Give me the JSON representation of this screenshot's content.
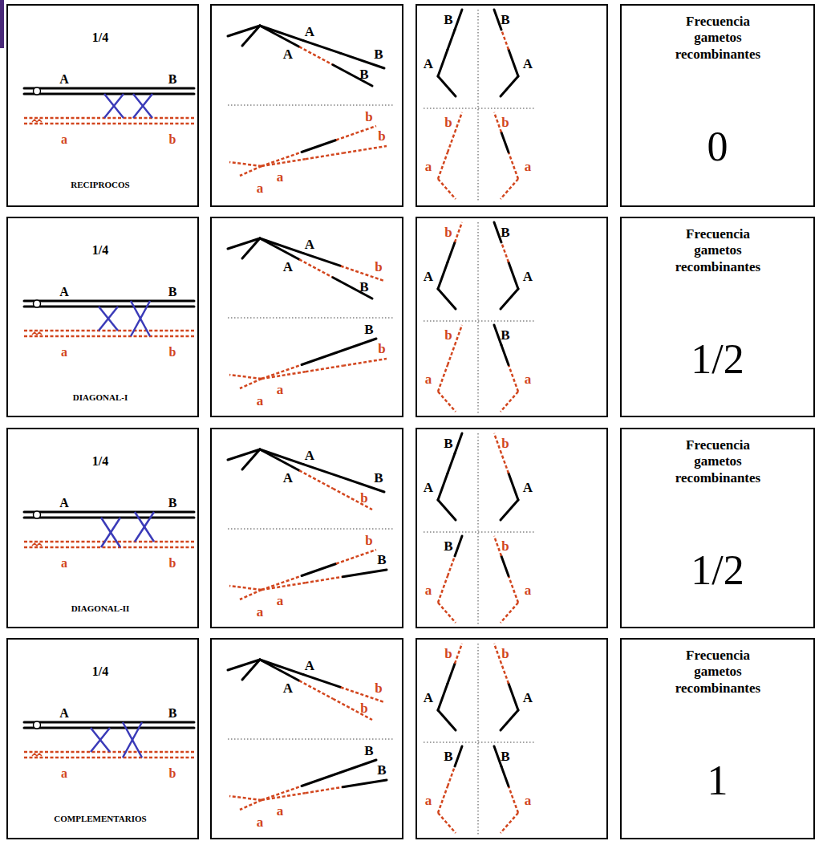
{
  "diagram": {
    "nodes": [
      {
        "text": [
          "1/4",
          "A",
          "B",
          "a",
          "b",
          "RECIPROCOS"
        ]
      },
      {
        "text": [
          "A",
          "B",
          "A",
          "B",
          "b",
          "b",
          "a",
          "a"
        ]
      },
      {
        "text": [
          "B",
          "B",
          "A",
          "A",
          "b",
          "b",
          "a",
          "a"
        ]
      },
      {
        "text": [
          "Frecuencia gametos recombinantes",
          "0"
        ]
      },
      {
        "text": [
          "1/4",
          "A",
          "B",
          "a",
          "b",
          "DIAGONAL-I"
        ]
      },
      {
        "text": [
          "A",
          "b",
          "A",
          "B",
          "B",
          "b",
          "a",
          "a"
        ]
      },
      {
        "text": [
          "b",
          "B",
          "A",
          "A",
          "b",
          "B",
          "a",
          "a"
        ]
      },
      {
        "text": [
          "Frecuencia gametos recombinantes",
          "1/2"
        ]
      },
      {
        "text": [
          "1/4",
          "A",
          "B",
          "a",
          "b",
          "DIAGONAL-II"
        ]
      },
      {
        "text": [
          "A",
          "B",
          "A",
          "b",
          "b",
          "B",
          "a",
          "a"
        ]
      },
      {
        "text": [
          "B",
          "b",
          "A",
          "A",
          "B",
          "b",
          "a",
          "a"
        ]
      },
      {
        "text": [
          "Frecuencia gametos recombinantes",
          "1/2"
        ]
      },
      {
        "text": [
          "1/4",
          "A",
          "B",
          "a",
          "b",
          "COMPLEMENTARIOS"
        ]
      },
      {
        "text": [
          "A",
          "b",
          "A",
          "b",
          "B",
          "B",
          "a",
          "a"
        ]
      },
      {
        "text": [
          "b",
          "b",
          "A",
          "A",
          "B",
          "B",
          "a",
          "a"
        ]
      },
      {
        "text": [
          "Frecuencia gametos recombinantes",
          "1"
        ]
      }
    ]
  }
}
